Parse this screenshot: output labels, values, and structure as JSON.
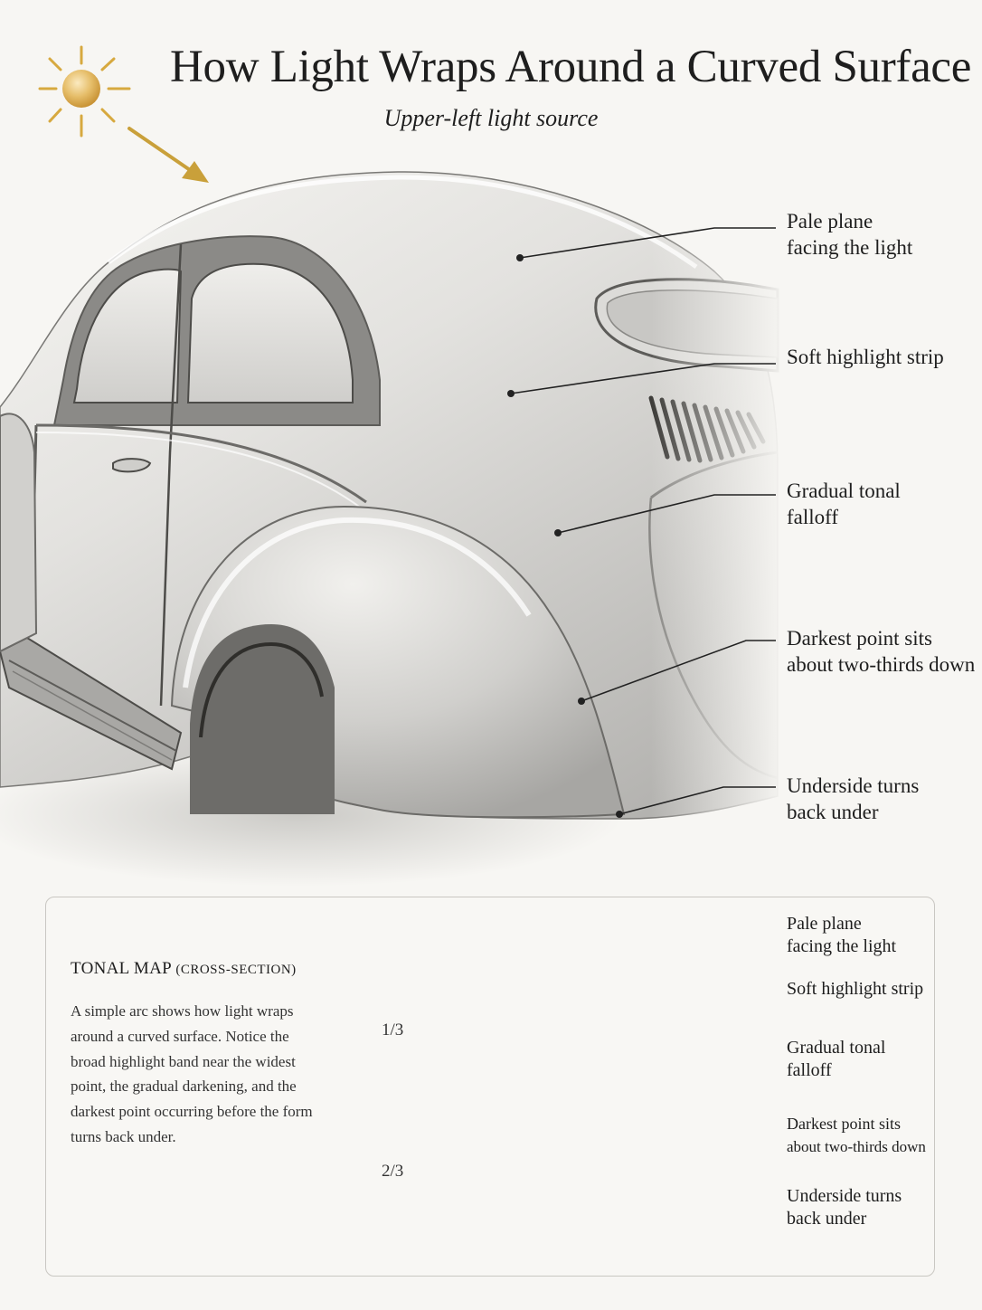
{
  "title": "How Light Wraps Around a Curved Surface",
  "subtitle": "Upper-left light source",
  "callouts": [
    {
      "line1": "Pale plane",
      "line2": "facing the light"
    },
    {
      "line1": "Soft highlight strip",
      "line2": ""
    },
    {
      "line1": "Gradual tonal",
      "line2": "falloff"
    },
    {
      "line1": "Darkest point sits",
      "line2": "about two-thirds down"
    },
    {
      "line1": "Underside turns",
      "line2": "back under"
    }
  ],
  "tonal_map": {
    "heading": "TONAL MAP",
    "heading_sub": "(CROSS-SECTION)",
    "description": "A simple arc shows how light wraps around a curved surface. Notice the broad highlight band near the widest point, the gradual darkening, and the darkest point occurring before the form turns back under.",
    "fraction_top": "1/3",
    "fraction_bottom": "2/3",
    "callouts": [
      {
        "line1": "Pale plane",
        "line2": "facing the light"
      },
      {
        "line1": "Soft highlight strip",
        "line2": ""
      },
      {
        "line1": "Gradual tonal",
        "line2": "falloff"
      },
      {
        "line1": "Darkest point sits",
        "line2": "about two-thirds down"
      },
      {
        "line1": "Underside turns",
        "line2": "back under"
      }
    ]
  },
  "colors": {
    "sun": "#d7a93f",
    "arrow": "#c9a03a",
    "ink": "#1e1e1e",
    "leader": "#222222"
  },
  "icons": [
    "sun-icon",
    "light-direction-arrow-icon"
  ]
}
